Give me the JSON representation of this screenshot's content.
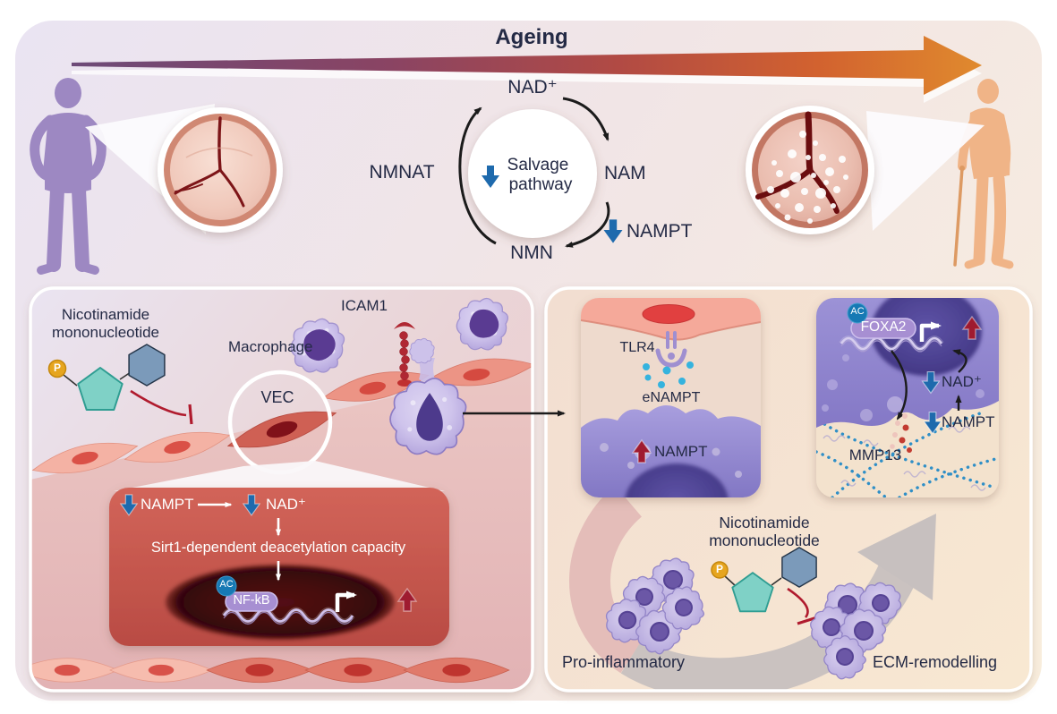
{
  "colors": {
    "navy_text": "#242a45",
    "blue_down_arrow": "#1e6aad",
    "red_up_arrow": "#9f1b30",
    "inhibition_red": "#b01b2e",
    "young_silhouette": "#9d88c2",
    "aged_silhouette": "#f0b487",
    "gray_arrow": "#c7c0bf",
    "pink_arc": "#e0b6b5",
    "phosphate_yellow": "#e6a51f",
    "ribose_teal": "#7fd1c6",
    "nicotinamide_blue": "#7b9aba",
    "ac_badge_blue": "#1779b4",
    "tf_pill_purple": "#a78fd2",
    "ageing_arrow_start": "#6d4a78",
    "ageing_arrow_end": "#e08a2e"
  },
  "top": {
    "title": "Ageing"
  },
  "cycle": {
    "nad": "NAD⁺",
    "nam": "NAM",
    "nmn": "NMN",
    "nmnat": "NMNAT",
    "nampt": "NAMPT",
    "center_line1": "Salvage",
    "center_line2": "pathway"
  },
  "molecule": {
    "phosphate": "P",
    "name_line1": "Nicotinamide",
    "name_line2": "mononucleotide"
  },
  "left_panel": {
    "macrophage": "Macrophage",
    "icam1": "ICAM1",
    "vec": "VEC",
    "inset": {
      "nampt": "NAMPT",
      "nad": "NAD⁺",
      "sirt1": "Sirt1-dependent deacetylation capacity",
      "ac": "AC",
      "nfkb": "NF-kB"
    }
  },
  "right_panel": {
    "tlr4": "TLR4",
    "enampt": "eNAMPT",
    "nampt": "NAMPT",
    "foxa2_box": {
      "ac": "AC",
      "foxa2": "FOXA2",
      "nad": "NAD⁺",
      "nampt": "NAMPT",
      "mmp13": "MMP13"
    },
    "pro_inflammatory": "Pro-inflammatory",
    "ecm_remodelling": "ECM-remodelling"
  }
}
